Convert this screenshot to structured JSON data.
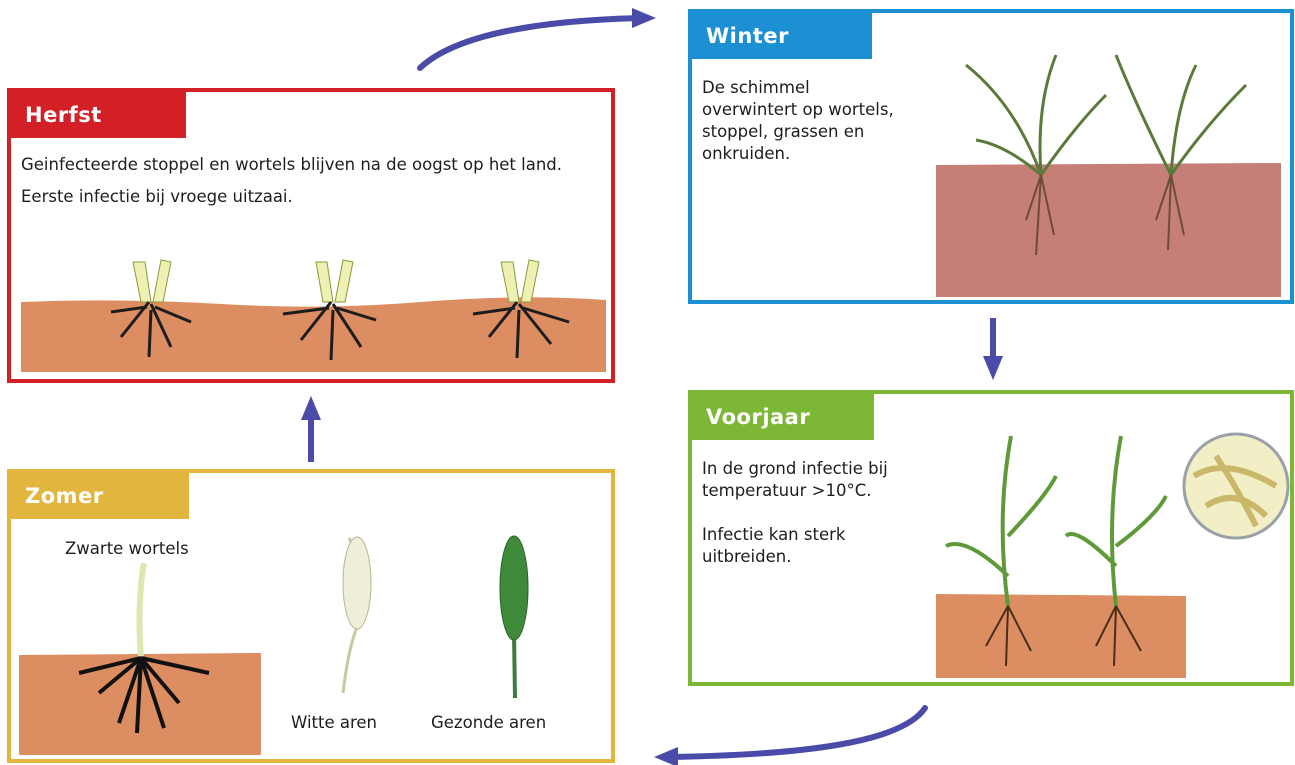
{
  "colors": {
    "herfst": "#d31f26",
    "winter": "#1d8fd3",
    "voorjaar": "#7cb736",
    "zomer": "#e2b53f",
    "arrow": "#4a4aa8",
    "soil": "#d9835a"
  },
  "herfst": {
    "title": "Herfst",
    "line1": "Geinfecteerde stoppel en wortels blijven na de oogst op het land.",
    "line2": "Eerste infectie bij vroege uitzaai."
  },
  "winter": {
    "title": "Winter",
    "text": "De schimmel overwintert op wortels, stoppel, grassen en onkruiden."
  },
  "voorjaar": {
    "title": "Voorjaar",
    "line1": "In de grond infectie bij temperatuur >10°C.",
    "line2": "Infectie kan sterk uitbreiden."
  },
  "zomer": {
    "title": "Zomer",
    "caption_roots": "Zwarte wortels",
    "caption_white": "Witte aren",
    "caption_healthy": "Gezonde aren"
  }
}
